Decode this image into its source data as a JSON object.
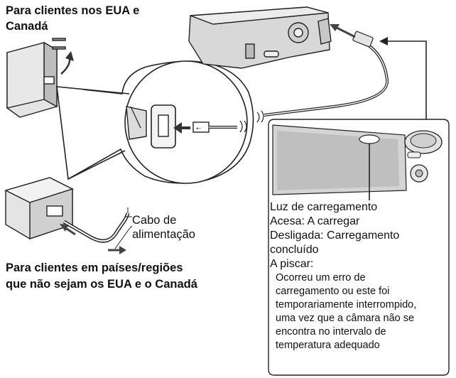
{
  "titles": {
    "us_line1": "Para clientes nos EUA e",
    "us_line2": "Canadá",
    "other_line1": "Para clientes em países/regiões",
    "other_line2": "que não sejam os EUA e o Canadá"
  },
  "cable_label": {
    "line1": "Cabo de",
    "line2": "alimentação"
  },
  "charge_lamp": {
    "title": "Luz de carregamento",
    "on": "Acesa: A carregar",
    "off_line1": "Desligada: Carregamento",
    "off_line2": "concluído",
    "blink_title": "A piscar:",
    "blink_lines": [
      "Ocorreu um erro de",
      "carregamento ou este foi",
      "temporariamente interrompido,",
      "uma vez que a câmara não se",
      "encontra no intervalo de",
      "temperatura adequado"
    ]
  }
}
